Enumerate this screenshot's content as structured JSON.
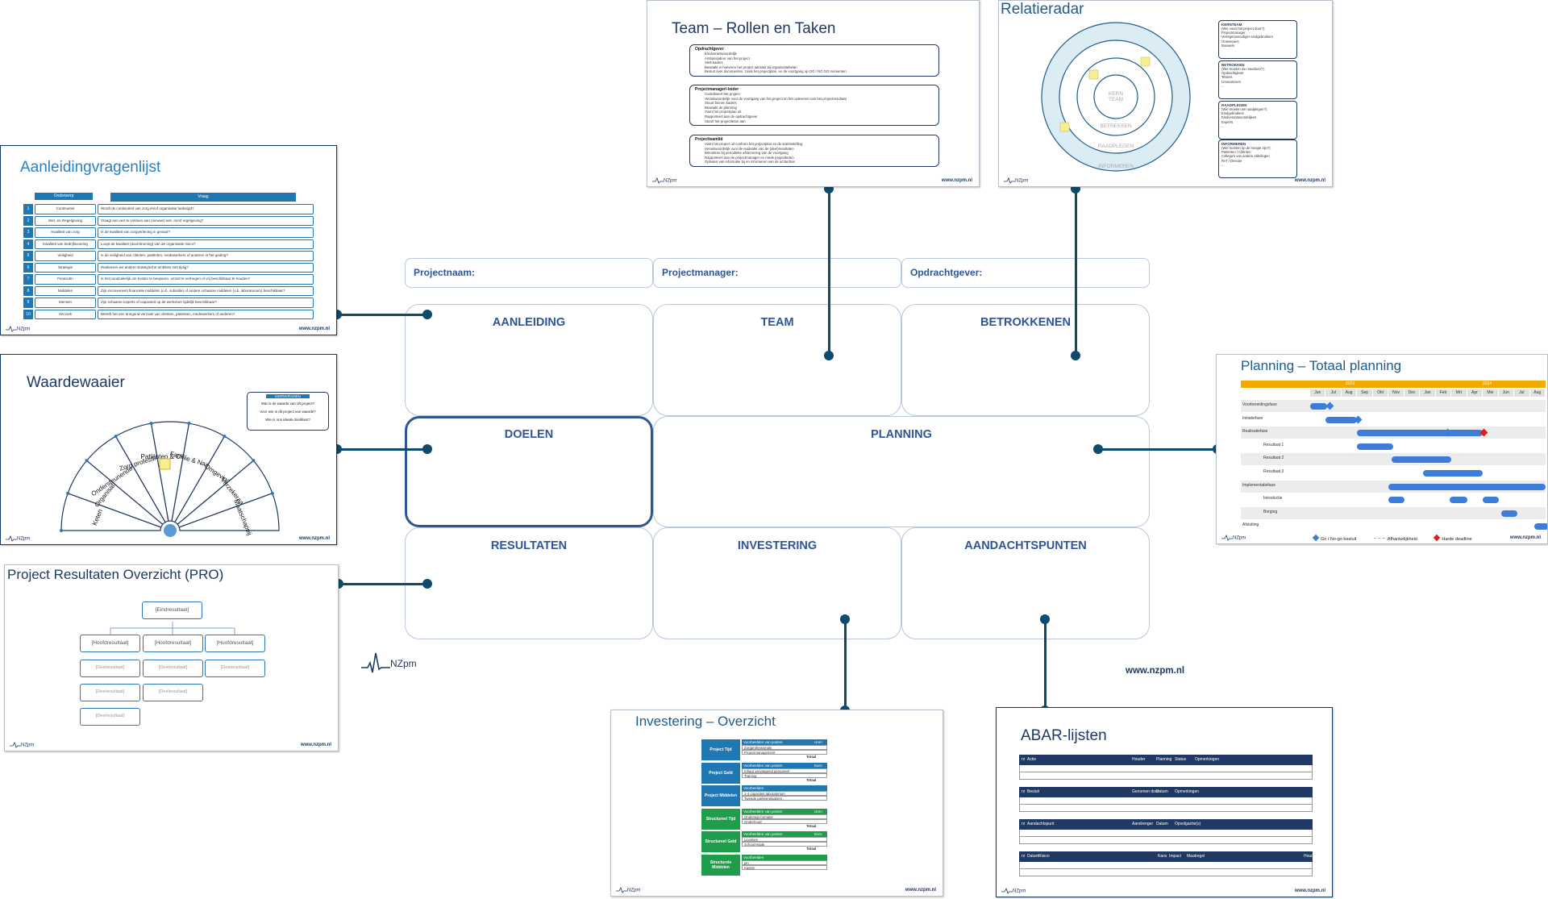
{
  "canvas": {
    "header": [
      {
        "label": "Projectnaam:"
      },
      {
        "label": "Projectmanager:"
      },
      {
        "label": "Opdrachtgever:"
      }
    ],
    "cells": {
      "aanleiding": "AANLEIDING",
      "team": "TEAM",
      "betrokkenen": "BETROKKENEN",
      "doelen": "DOELEN",
      "planning": "PLANNING",
      "resultaten": "RESULTATEN",
      "investering": "INVESTERING",
      "aandachtspunten": "AANDACHTSPUNTEN"
    },
    "logo_text": "NZpm",
    "url": "www.nzpm.nl"
  },
  "colors": {
    "accent": "#2f5597",
    "connector": "#0e4a6b",
    "slide_blue": "#1f77b4",
    "navy": "#1f3864"
  },
  "slides": {
    "footer_url": "www.nzpm.nl",
    "footer_logo": "NZpm",
    "aanleiding": {
      "title": "Aanleidingvragenlijst",
      "col_headers": [
        "Onderwerp",
        "Vraag"
      ],
      "rows": [
        {
          "n": "1",
          "topic": "Continuïteit",
          "q": "Wordt de continuïteit van zorg en/of organisatie bedreigd?"
        },
        {
          "n": "2",
          "topic": "Wet- en Regelgeving",
          "q": "Vraagt een wet te voldoen aan (nieuwe) wet- en/of regelgeving?"
        },
        {
          "n": "3",
          "topic": "Kwaliteit van zorg",
          "q": "Is de kwaliteit van zorgverlening in gevaar?"
        },
        {
          "n": "4",
          "topic": "Kwaliteit van bedrijfsvoering",
          "q": "Loopt de kwaliteit (doorstroming) van de organisatie risico?"
        },
        {
          "n": "5",
          "topic": "Veiligheid",
          "q": "Is de veiligheid van cliënten, patiënten, medewerkers of anderen in het geding?"
        },
        {
          "n": "6",
          "topic": "Strategie",
          "q": "Realiseren we andere strategische ambities niet tijdig?"
        },
        {
          "n": "7",
          "topic": "Financiën",
          "q": "Is het noodzakelijk om kosten te besparen, omzet te verhogen of vrij beschikbaar te houden?"
        },
        {
          "n": "8",
          "topic": "Middelen",
          "q": "Zijn inconvenient financiële middelen (o.b. subsidie) of andere schaarse middelen (o.b. laboratorium) beschikbaar?"
        },
        {
          "n": "9",
          "topic": "Mensen",
          "q": "Zijn schaarse experts of capaciteit op de werkvloer tijdelijk beschikbaar?"
        },
        {
          "n": "10",
          "topic": "Verzoek",
          "q": "Betreft het een dringend verzoek van cliënten, patiënten, medewerkers of anderen?"
        }
      ]
    },
    "waardewaaier": {
      "title": "Waardewaaier",
      "segments": [
        "Keten",
        "Organisatie",
        "Ondersteunende diensten",
        "Zorg professionals",
        "Patiënten & Cliënten",
        "Familie & Naasten",
        "Omgeving",
        "Verzekeraars",
        "Maatschappij"
      ],
      "box_header": "KERNVRAGEN",
      "questions": [
        "Wat is de waarde van dit project?",
        "Voor wie is dit project van waarde?",
        "Wie is ons ideale doelklant?"
      ]
    },
    "pro": {
      "title": "Project Resultaten Overzicht (PRO)",
      "top": "[Eindresultaat]",
      "main": [
        "[Hoofdresultaat]",
        "[Hoofdresultaat]",
        "[Hoofdresultaat]"
      ],
      "sub": "[Deelresultaat]"
    },
    "team": {
      "title": "Team – Rollen en Taken",
      "groups": [
        {
          "head": "Opdrachtgever",
          "lines": [
            "Eindverantwoordelijk",
            "Ambassadeur van het project",
            "Stelt kaders",
            "Bewaakt in hoeverre het project aansluit bij organisatiebelan",
            "Besluit over documenten, zoals het projectplan, en de voortgang op GO / NO GO momenten"
          ]
        },
        {
          "head": "Projectmanager/-leider",
          "lines": [
            "Coördineert het project",
            "Verantwoordelijk voor de voortgang van het project en het opleveren van het projectresultaat",
            "Stuurt binnen kaders",
            "Bewaakt de planning",
            "Voert het projectplan uit",
            "Rapporteert aan de opdrachtgever",
            "Stuurt het projectteam aan"
          ]
        },
        {
          "head": "Projectteamlid",
          "lines": [
            "Voert het project uit conform het projectplan en de startinstelling",
            "Verantwoordelijk voor de realisatie van de (deel)resultaten",
            "Betrokken bij periodieke afstemming van de voortgang",
            "Rapporteert aan de projectmanager en mede projectleden",
            "Ophalen van informatie bij en informeren van de achterban"
          ]
        }
      ]
    },
    "radar": {
      "title": "Relatieradar",
      "rings": [
        "KERN TEAM",
        "BETREKKEN",
        "RAADPLEGEN",
        "INFORMEREN"
      ],
      "boxes": [
        {
          "head": "KERNTEAM",
          "sub": "(Wie voert het project door?):",
          "lines": [
            "Projectmanager",
            "Vertegenwoordiger eindgebruikers",
            "Ontwerpers",
            "Bouwers"
          ]
        },
        {
          "head": "BETROKKEN",
          "sub": "(Wie moeten we meedoen?):",
          "lines": [
            "Opdrachtgever",
            "Testers",
            "Leveranciers",
            "..."
          ]
        },
        {
          "head": "RAADPLEGEN",
          "sub": "(Wie moeten we raadplegen?):",
          "lines": [
            "Eindgebruikers",
            "Eindverantwoordelijken",
            "Experts",
            "..."
          ]
        },
        {
          "head": "INFORMEREN",
          "sub": "(Wie moeten op de hoogte zijn?):",
          "lines": [
            "Patiënten / Cliënten",
            "Collega's van andere afdelingen",
            "RvT / Directie",
            "..."
          ]
        }
      ]
    },
    "planning": {
      "title": "Planning – Totaal planning",
      "years": [
        "2023",
        "2024"
      ],
      "months": [
        "Jun",
        "Jul",
        "Aug",
        "Sep",
        "Okt",
        "Nov",
        "Dec",
        "Jan",
        "Feb",
        "Mrt",
        "Apr",
        "Mei",
        "Jun",
        "Jul",
        "Aug"
      ],
      "rows": [
        "Voorbereidingsfase",
        "Initiatiefase",
        "Realisatiefase",
        "Resultaat 1",
        "Resultaat 2",
        "Resultaat 3",
        "Implementatiefase",
        "Introductie",
        "Borging",
        "Afsluiting"
      ],
      "legend": [
        "Go / No-go besluit",
        "Afhankelijkheid",
        "Harde deadline"
      ]
    },
    "investering": {
      "title": "Investering – Overzicht",
      "blocks": [
        {
          "label": "Project Tijd",
          "head": "Voorbeelden van posten",
          "unit": "Uren",
          "lines": [
            "Zorgprofessionals",
            "Projectmanagement"
          ],
          "total": "Totaal",
          "color": "#1f77b4"
        },
        {
          "label": "Project Geld",
          "head": "Voorbeelden van posten",
          "unit": "Euro",
          "lines": [
            "Inhuur vervangend personeel",
            "Training"
          ],
          "total": "Totaal",
          "color": "#1f77b4"
        },
        {
          "label": "Project Middelen",
          "head": "Voorbeelden",
          "unit": "",
          "lines": [
            "1-4 capaciteit laboratorium",
            "Tweede parkeerplaatsen"
          ],
          "total": "",
          "color": "#1f77b4"
        },
        {
          "label": "Structureel Tijd",
          "head": "Voorbeelden van posten",
          "unit": "Uren",
          "lines": [
            "Onderwijs formatie",
            "Onderhoud"
          ],
          "total": "Totaal",
          "color": "#1e9e4a"
        },
        {
          "label": "Structureel Geld",
          "head": "Voorbeelden van posten",
          "unit": "Euro",
          "lines": [
            "Licenties",
            "Schoonmaak"
          ],
          "total": "Totaal",
          "color": "#1e9e4a"
        },
        {
          "label": "Structurele Middelen",
          "head": "Voorbeelden",
          "unit": "",
          "lines": [
            "pin",
            "Kasten"
          ],
          "total": "",
          "color": "#1e9e4a"
        }
      ]
    },
    "abar": {
      "title": "ABAR-lijsten",
      "tables": [
        {
          "cols": [
            "nr",
            "Actie",
            "Houder",
            "Planning",
            "Status",
            "Opmerkingen"
          ]
        },
        {
          "cols": [
            "nr",
            "Besluit",
            "Genomen door",
            "Datum",
            "Opmerkingen"
          ]
        },
        {
          "cols": [
            "nr",
            "Aandachtspunt",
            "Aandrenger",
            "Datum",
            "Opvolgactie(s)"
          ]
        },
        {
          "cols": [
            "nr",
            "Datum",
            "Risico",
            "Kans",
            "Impact",
            "Maatregel",
            "Houder"
          ]
        }
      ]
    }
  }
}
